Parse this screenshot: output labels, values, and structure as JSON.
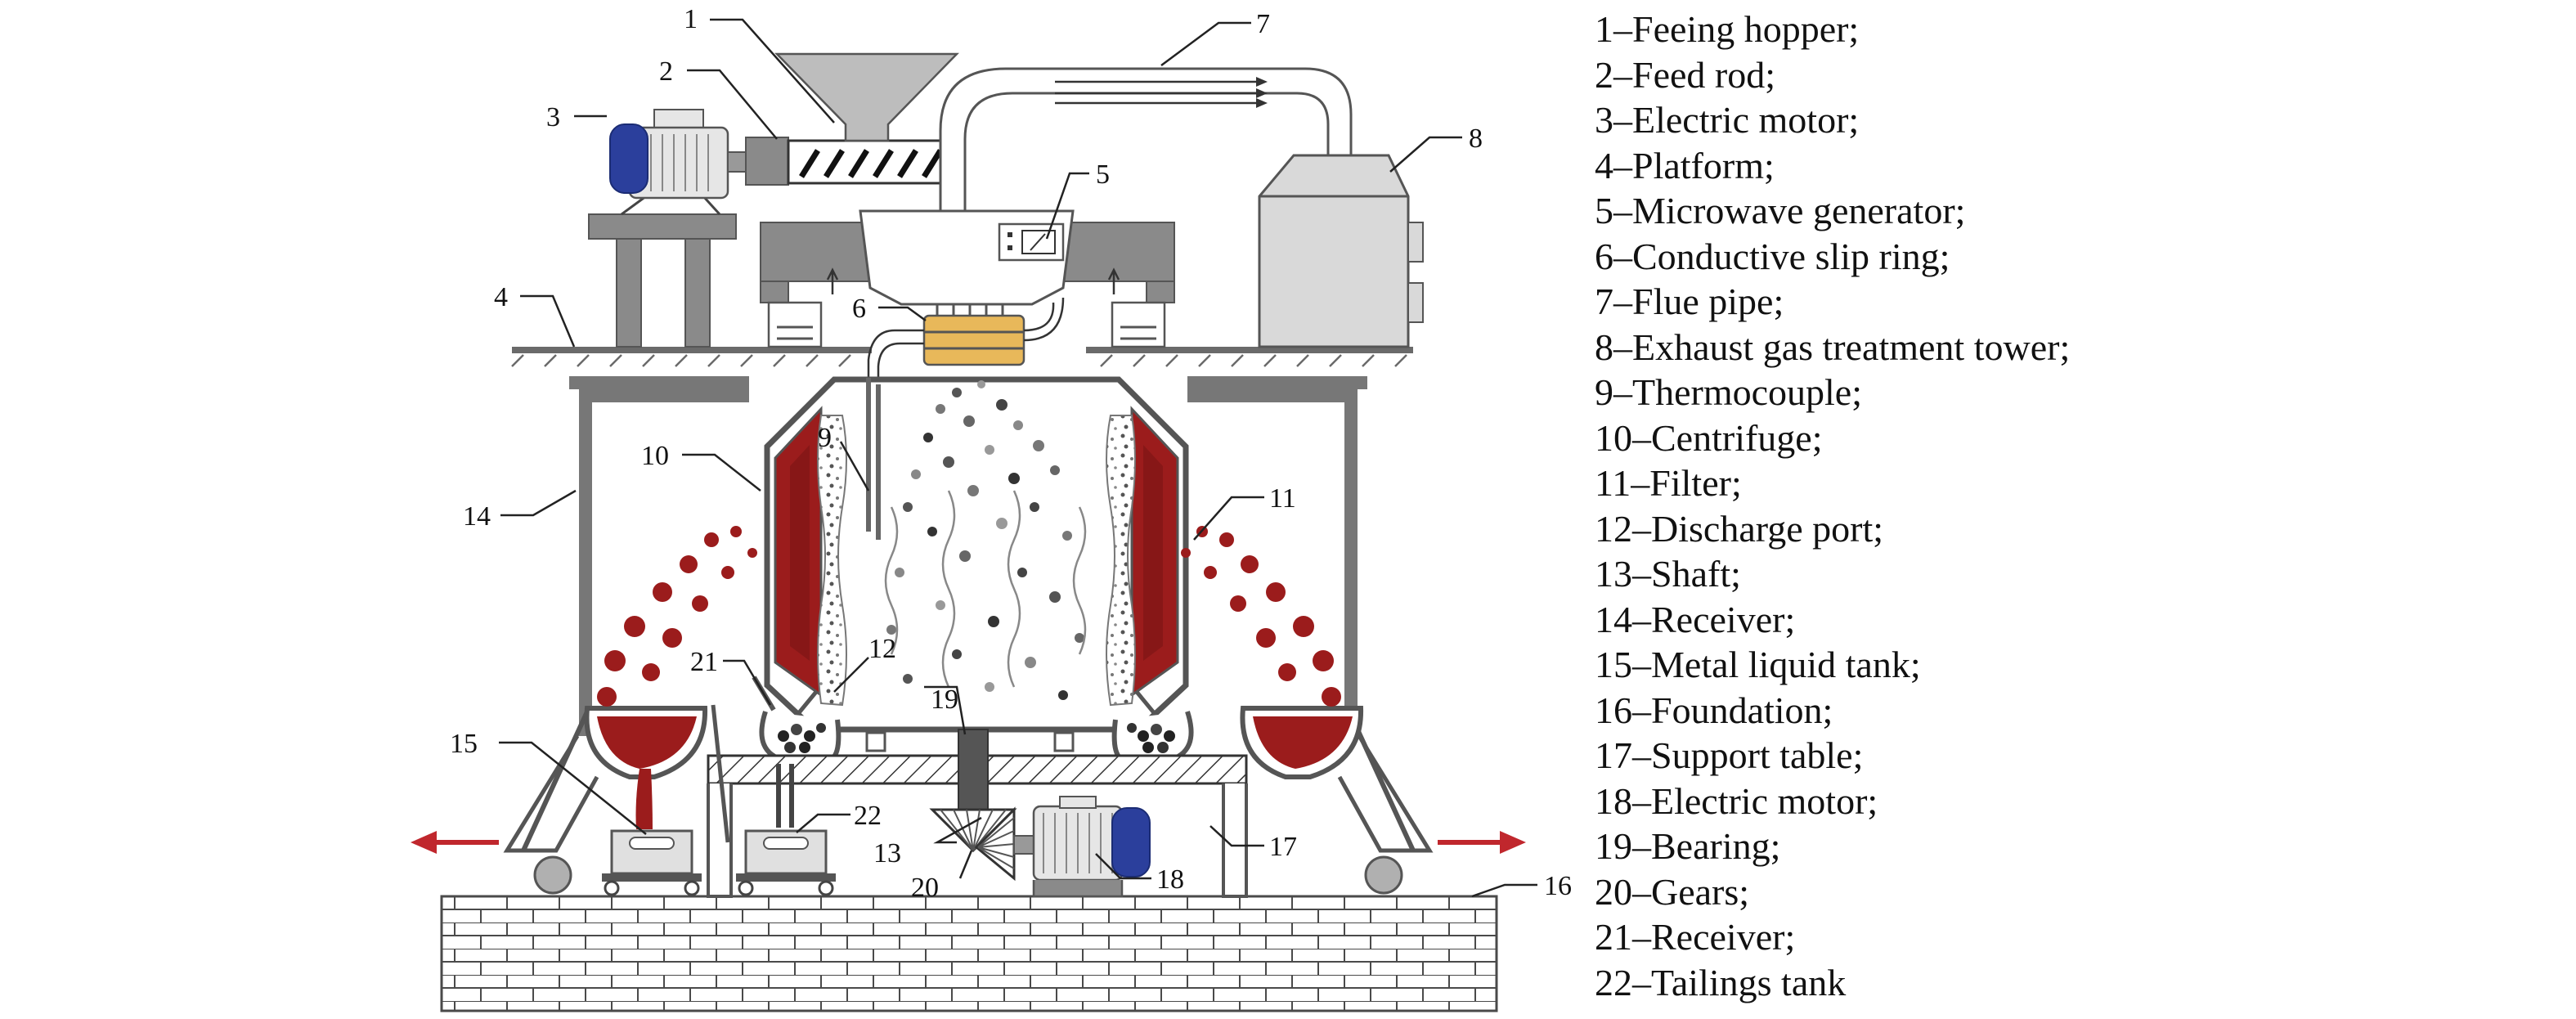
{
  "callouts": [
    "1",
    "2",
    "3",
    "4",
    "5",
    "6",
    "7",
    "8",
    "9",
    "10",
    "11",
    "12",
    "13",
    "14",
    "15",
    "16",
    "17",
    "18",
    "19",
    "20",
    "21",
    "22"
  ],
  "legend": [
    {
      "text": "1–Feeing hopper;"
    },
    {
      "text": "2–Feed rod;"
    },
    {
      "text": "3–Electric motor;"
    },
    {
      "text": "4–Platform;"
    },
    {
      "text": "5–Microwave generator;"
    },
    {
      "text": "6–Conductive slip ring;"
    },
    {
      "text": "7–Flue pipe;"
    },
    {
      "text": "8–Exhaust gas treatment tower;"
    },
    {
      "text": "9–Thermocouple;"
    },
    {
      "text": "10–Centrifuge;"
    },
    {
      "text": "11–Filter;"
    },
    {
      "text": "12–Discharge port;"
    },
    {
      "text": "13–Shaft;"
    },
    {
      "text": "14–Receiver;"
    },
    {
      "text": "15–Metal liquid tank;"
    },
    {
      "text": "16–Foundation;"
    },
    {
      "text": "17–Support table;"
    },
    {
      "text": "18–Electric motor;"
    },
    {
      "text": "19–Bearing;"
    },
    {
      "text": "20–Gears;"
    },
    {
      "text": "21–Receiver;"
    },
    {
      "text": "22–Tailings tank"
    }
  ],
  "colors": {
    "structure": "#8a8a8a",
    "structure_dark": "#5d5d5d",
    "tower": "#d9d9d9",
    "motor_blue": "#2b3f9c",
    "metal_red": "#9b1c1c",
    "arrow_red": "#c0272d",
    "slip_ring": "#e8b85a",
    "brick_line": "#4a4a4a"
  }
}
